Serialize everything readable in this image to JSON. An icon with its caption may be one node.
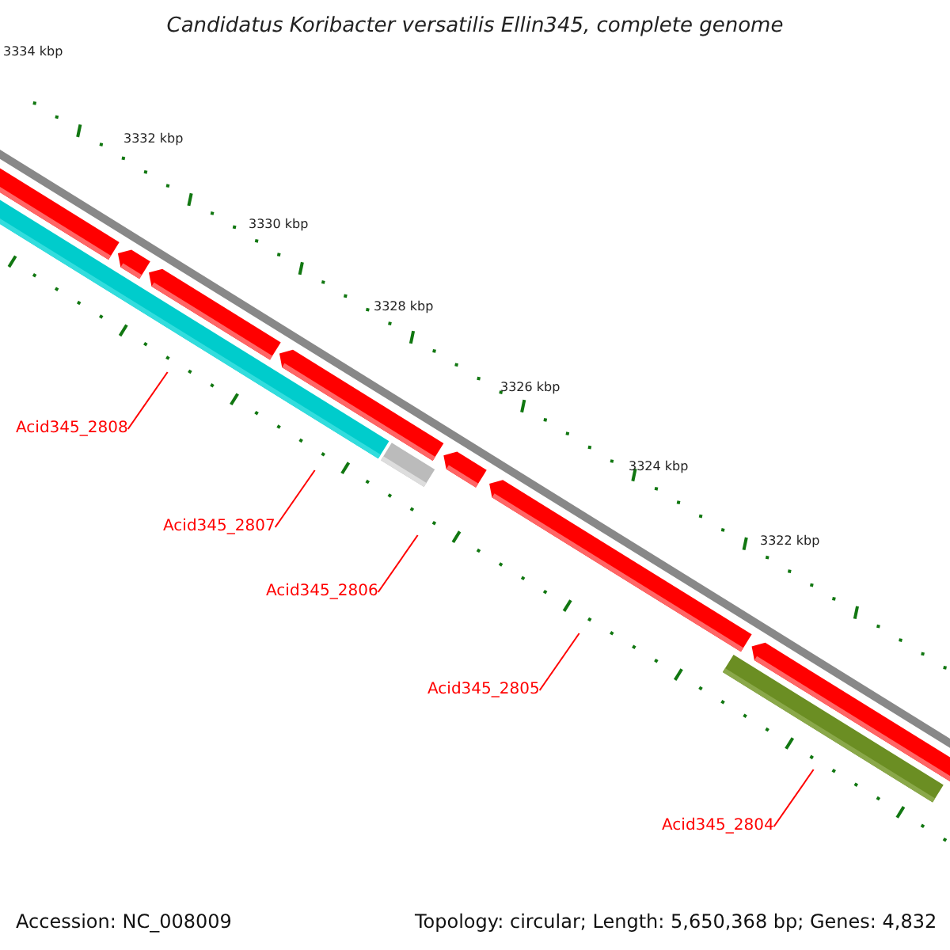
{
  "diagram": {
    "title": "Candidatus Koribacter versatilis Ellin345, complete genome",
    "nodes": [
      {
        "text": [
          "Acid345_2808"
        ]
      },
      {
        "text": [
          "Acid345_2807"
        ]
      },
      {
        "text": [
          "Acid345_2806"
        ]
      },
      {
        "text": [
          "Acid345_2805"
        ]
      },
      {
        "text": [
          "Acid345_2804"
        ]
      }
    ],
    "edges": [
      {
        "from": 0,
        "to": null,
        "arrow": "none"
      },
      {
        "from": 1,
        "to": null,
        "arrow": "none"
      },
      {
        "from": 2,
        "to": null,
        "arrow": "none"
      },
      {
        "from": 3,
        "to": null,
        "arrow": "none"
      },
      {
        "from": 4,
        "to": null,
        "arrow": "none"
      }
    ],
    "labels": [
      "3334 kbp",
      "3332 kbp",
      "3330 kbp",
      "3328 kbp",
      "3326 kbp",
      "3324 kbp",
      "3322 kbp",
      "Accession: NC_008009",
      "Topology: circular; Length: 5,650,368 bp; Genes: 4,832"
    ]
  }
}
